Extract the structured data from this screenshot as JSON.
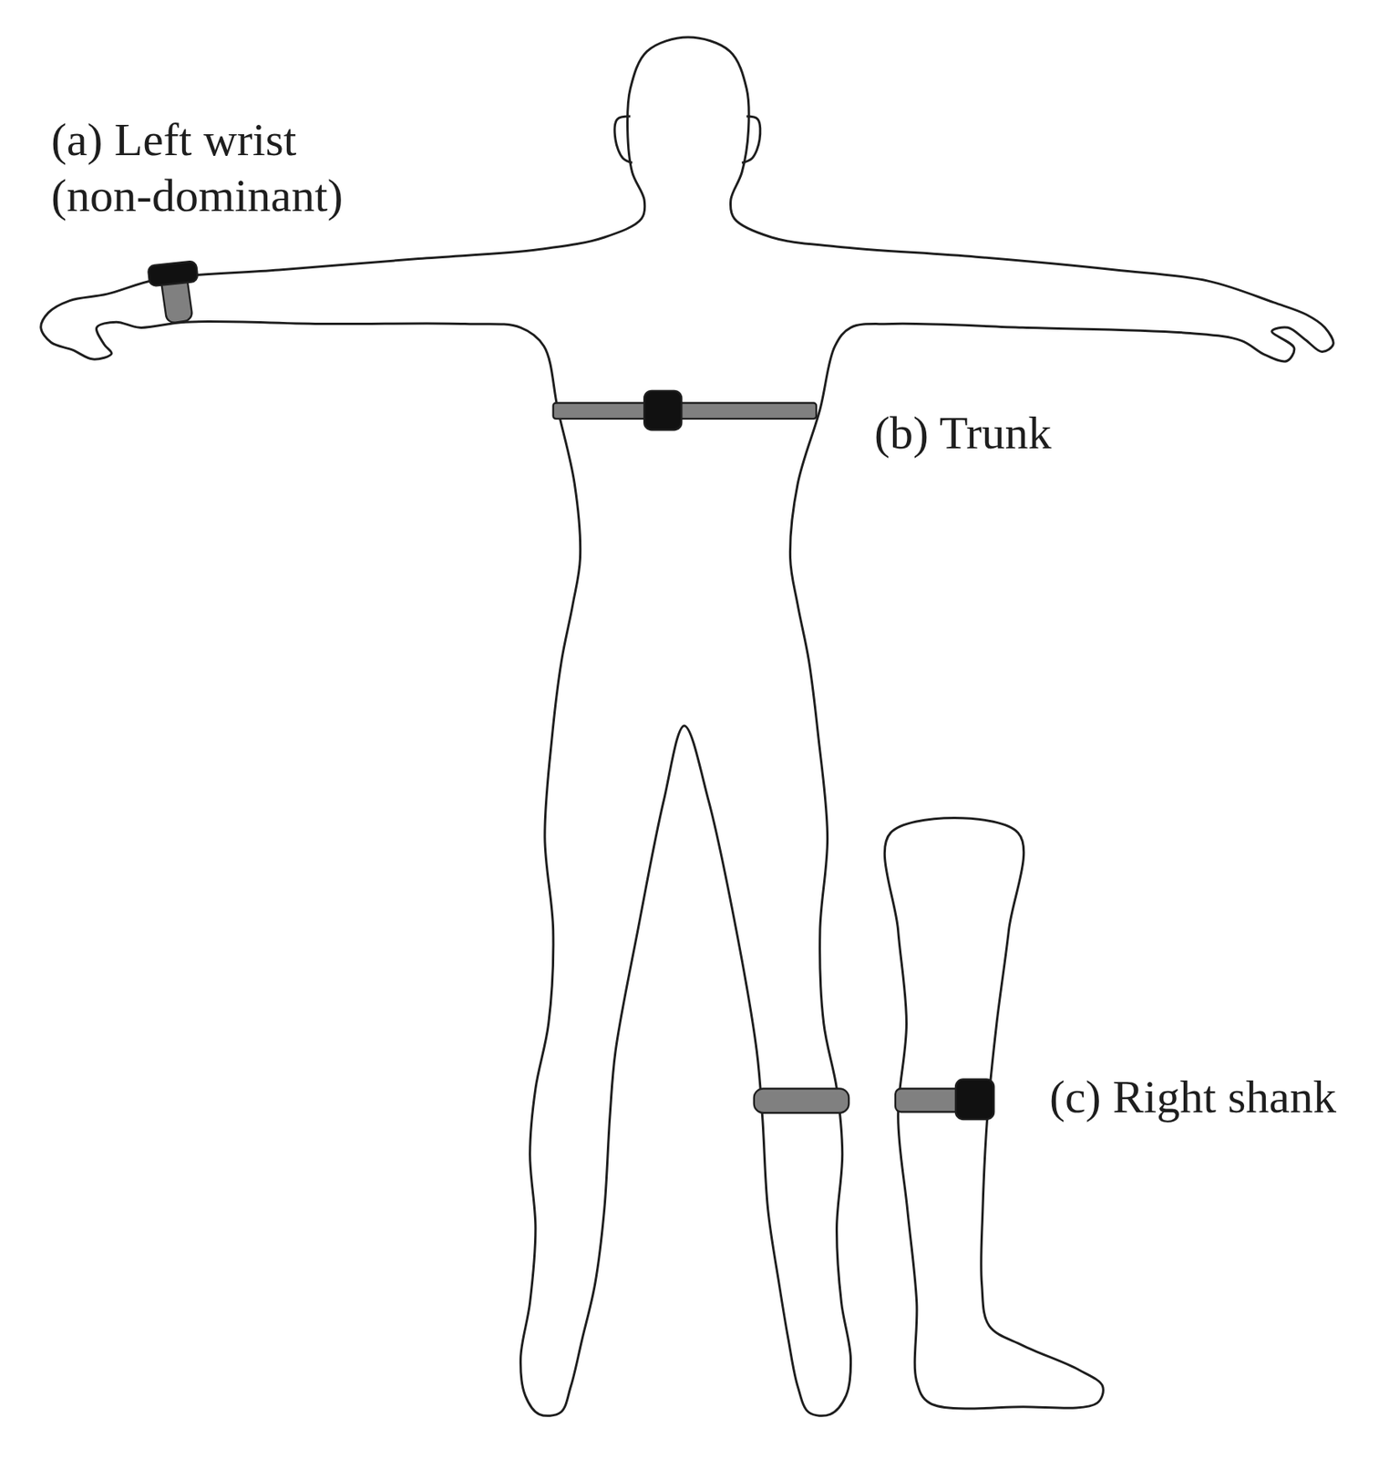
{
  "diagram": {
    "labels": [
      "(a) Left wrist (non-dominant)",
      "(b) Trunk",
      "(c) Right shank"
    ]
  }
}
